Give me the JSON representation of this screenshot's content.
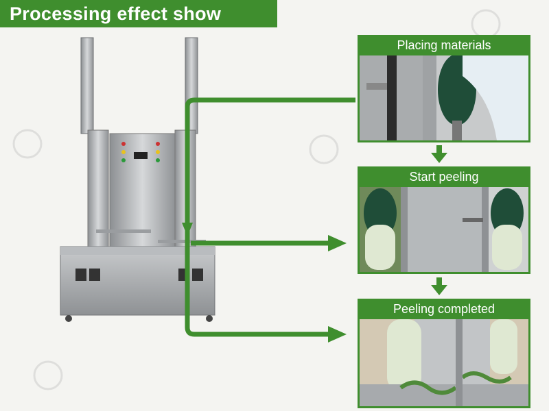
{
  "header": {
    "title": "Processing effect show"
  },
  "steps": [
    {
      "label": "Placing materials"
    },
    {
      "label": "Start peeling"
    },
    {
      "label": "Peeling completed"
    }
  ],
  "colors": {
    "accent": "#3f8e2e",
    "background": "#f4f4f1"
  }
}
